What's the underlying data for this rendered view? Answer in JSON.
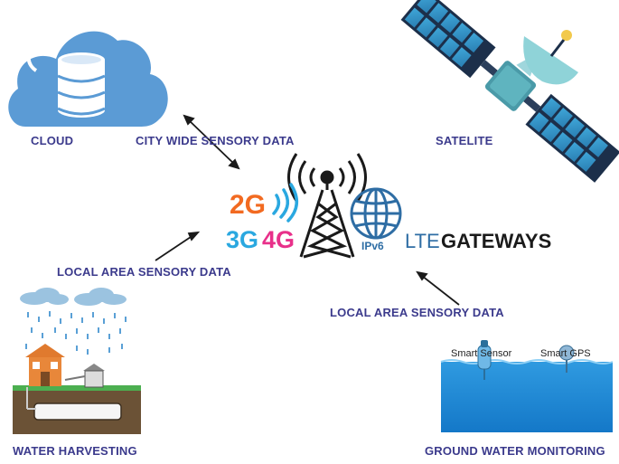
{
  "labels": {
    "cloud": "CLOUD",
    "city_wide": "CITY WIDE SENSORY DATA",
    "satellite": "SATELITE",
    "local_area_left": "LOCAL AREA SENSORY DATA",
    "local_area_right": "LOCAL AREA SENSORY DATA",
    "water_harvesting": "WATER HARVESTING",
    "ground_water": "GROUND WATER MONITORING"
  },
  "gateway": {
    "gen_2g": "2G",
    "gen_3g": "3G",
    "gen_4g": "4G",
    "ipv6": "IPv6",
    "lte": "LTE",
    "gateways": "GATEWAYS"
  },
  "monitoring": {
    "smart_sensor": "Smart Sensor",
    "smart_gps": "Smart GPS"
  },
  "colors": {
    "label": "#3b3a8c",
    "cloud": "#5b9bd5",
    "globe": "#2e6da4",
    "gen_2g": "#f26a21",
    "gen_3g": "#2aa8e0",
    "gen_4g": "#e8308a",
    "water": "#1f8fd8"
  }
}
